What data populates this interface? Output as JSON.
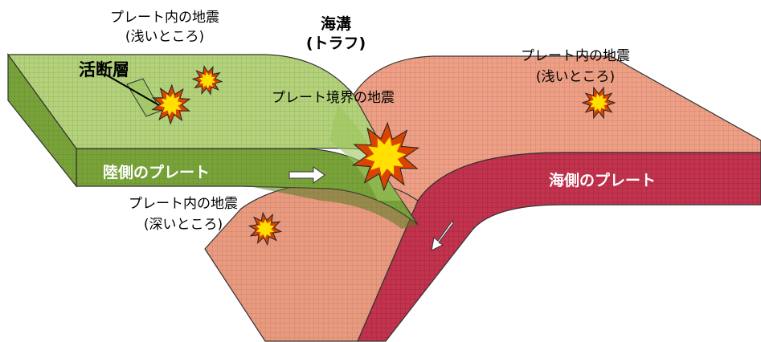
{
  "labels": {
    "trench_line1": "海溝",
    "trench_line2": "(トラフ)",
    "active_fault": "活断層",
    "intraplate_shallow_left_line1": "プレート内の地震",
    "intraplate_shallow_left_line2": "(浅いところ)",
    "intraplate_shallow_right_line1": "プレート内の地震",
    "intraplate_shallow_right_line2": "(浅いところ)",
    "interplate": "プレート境界の地震",
    "intraplate_deep_line1": "プレート内の地震",
    "intraplate_deep_line2": "(深いところ)",
    "land_plate": "陸側のプレート",
    "ocean_plate": "海側のプレート"
  },
  "colors": {
    "land_top": "#b4d27c",
    "land_side": "#79a33a",
    "land_dark": "#557a23",
    "ocean_top": "#eea086",
    "ocean_side": "#c2334e",
    "ocean_dark": "#9a2036",
    "ocean_slab": "#e99b80",
    "quake_outer": "#d94400",
    "quake_inner": "#ffe000",
    "outline": "#333333"
  },
  "icons": {
    "quake": "starburst-icon",
    "motion": "arrow-icon"
  }
}
